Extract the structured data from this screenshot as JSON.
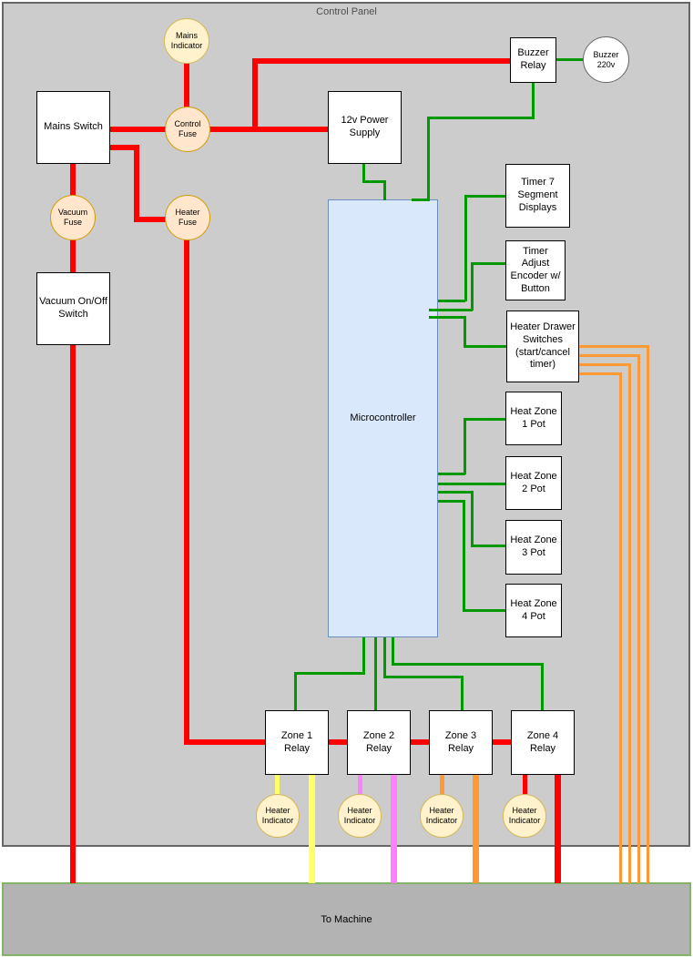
{
  "title": "Control Panel",
  "machine": {
    "label": "To Machine"
  },
  "nodes": {
    "mains_indicator": "Mains Indicator",
    "buzzer_relay": "Buzzer Relay",
    "buzzer_220v": "Buzzer 220v",
    "mains_switch": "Mains Switch",
    "control_fuse": "Control Fuse",
    "power_supply": "12v Power Supply",
    "vacuum_fuse": "Vacuum Fuse",
    "heater_fuse": "Heater Fuse",
    "vacuum_switch": "Vacuum On/Off Switch",
    "microcontroller": "Microcontroller",
    "timer_displays": "Timer 7 Segment Displays",
    "timer_encoder": "Timer Adjust Encoder w/ Button",
    "heater_drawer": "Heater Drawer Switches (start/cancel timer)",
    "heat_zone_1": "Heat Zone 1 Pot",
    "heat_zone_2": "Heat Zone 2 Pot",
    "heat_zone_3": "Heat Zone 3 Pot",
    "heat_zone_4": "Heat Zone 4 Pot",
    "zone_relay_1": "Zone 1 Relay",
    "zone_relay_2": "Zone 2 Relay",
    "zone_relay_3": "Zone 3 Relay",
    "zone_relay_4": "Zone 4 Relay",
    "heater_indicator": "Heater Indicator"
  },
  "colors": {
    "wire_red": "#FF0000",
    "wire_green": "#009900",
    "wire_orange": "#FF9933",
    "wire_yellow": "#FFFF66",
    "wire_magenta": "#FF80FF",
    "panel_fill": "#CCCCCC",
    "panel_border": "#666666",
    "microcontroller_fill": "#DAE8FC",
    "microcontroller_border": "#6C8EBF",
    "indicator_fill": "#FFF2CC",
    "indicator_border": "#D6B656",
    "fuse_fill": "#FFE6CC",
    "fuse_border": "#D79B00",
    "machine_fill": "#B3B3B3",
    "machine_border": "#82B366"
  }
}
